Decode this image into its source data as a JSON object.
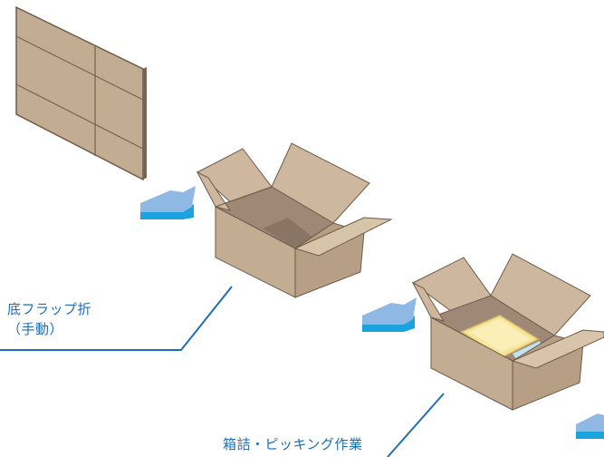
{
  "labels": {
    "step1_line1": "底フラップ折",
    "step1_line2": "（手動）",
    "step2": "箱詰・ピッキング作業"
  },
  "colors": {
    "cardboard": "#c2ac92",
    "cardboard_light": "#cdb89f",
    "cardboard_dark": "#9e8674",
    "inside": "#a08877",
    "edge": "#6e5a48",
    "arrow_light": "#8fb9e4",
    "arrow_dark": "#1aa3dc",
    "label_line": "#1f6fb5",
    "product_yellow": "#f6e59a",
    "product_edge": "#d9c06a"
  }
}
